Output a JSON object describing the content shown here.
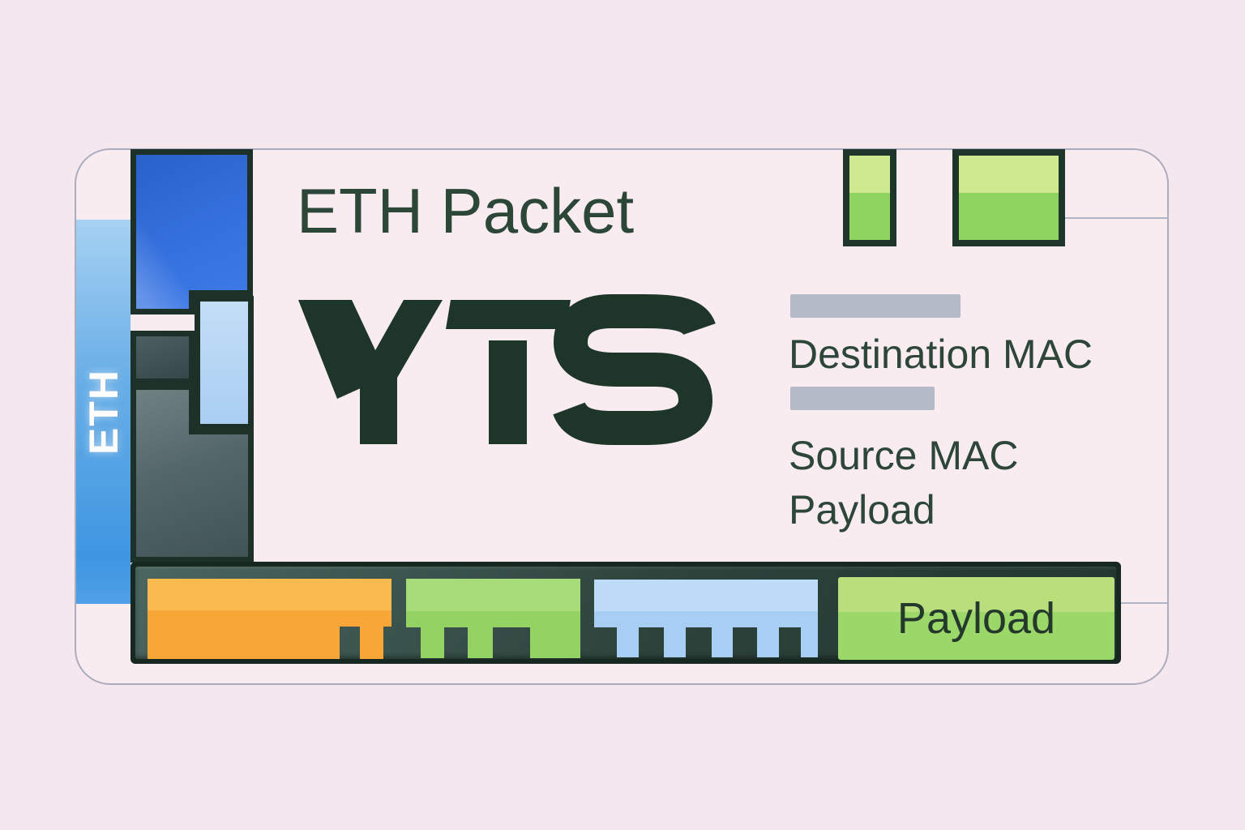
{
  "diagram": {
    "title": "ETH Packet",
    "logo": "YTS",
    "eth_label": "ETH",
    "legend": {
      "destination": "Destination MAC",
      "source": "Source MAC",
      "payload": "Payload"
    },
    "payload_block_label": "Payload"
  },
  "colors": {
    "bg": "#f4e7ed",
    "card": "#f8ecf1",
    "card_border": "#abacbe",
    "line": "#b3b4c4",
    "ink": "#1e3629",
    "border_dark": "#1d3128",
    "title_text": "#2c4638",
    "label_text": "#2d4639",
    "eth_top": "#a6d1f2",
    "eth_mid": "#68aee7",
    "eth_bottom": "#3e96e1",
    "eth_text": "#fdfdfd",
    "blue_a": "#2760c8",
    "blue_b": "#3773e0",
    "blue_c": "#3f7ce8",
    "lblue_top": "#c3def7",
    "lblue_bottom": "#a9cef2",
    "gray1_a": "#4c5f61",
    "gray1_b": "#354749",
    "gray2_a": "#728384",
    "gray2_b": "#54676a",
    "gray2_c": "#3f5254",
    "bar_outer": "#16281f",
    "bar_in_a": "#4a665f",
    "bar_in_b": "#2c423b",
    "bar_in_c": "#243731",
    "orange_top": "#f9bb50",
    "orange_bottom": "#f7a637",
    "combgreen_top": "#a7dc79",
    "combgreen_bottom": "#92d364",
    "combblue_top": "#bedbf7",
    "combblue_bottom": "#a8cff3",
    "payload_top": "#b9df7d",
    "payload_bottom": "#9cd76a",
    "payload_text": "#24392c",
    "blockgreen_top": "#cfe98f",
    "blockgreen_bottom": "#8ed25f",
    "graybar": "#b5bbc6"
  }
}
